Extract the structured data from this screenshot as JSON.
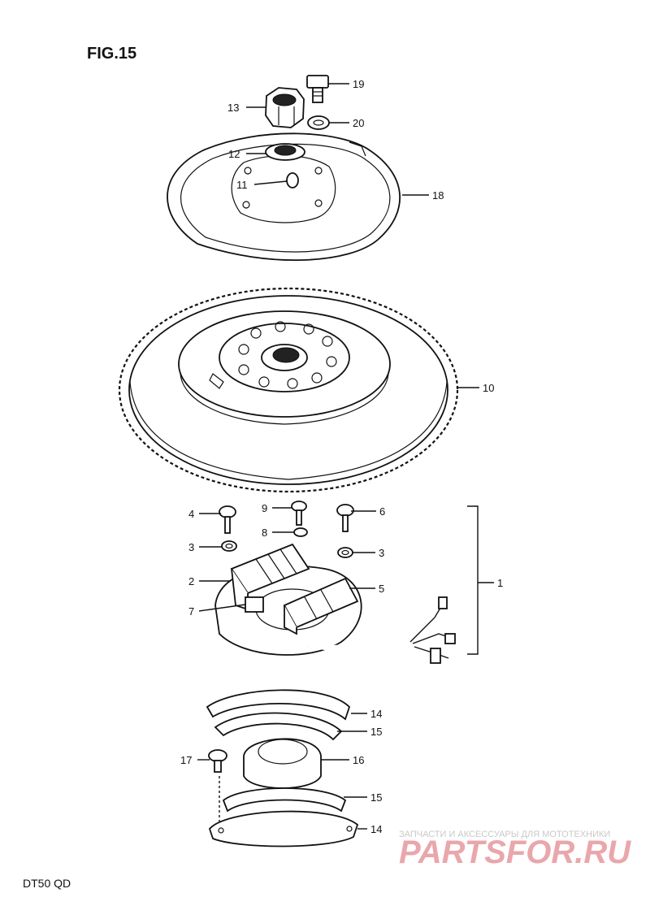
{
  "figure_title": "FIG.15",
  "model_code": "DT50 QD",
  "watermark": {
    "text_small": "ЗАПЧАСТИ И АКСЕССУАРЫ ДЛЯ МОТОТЕХНИКИ",
    "text_big": "PARTSFOR.RU",
    "color": "#e9a7ab"
  },
  "callouts": [
    {
      "id": "c19",
      "text": "19"
    },
    {
      "id": "c13",
      "text": "13"
    },
    {
      "id": "c20",
      "text": "20"
    },
    {
      "id": "c12",
      "text": "12"
    },
    {
      "id": "c11",
      "text": "11"
    },
    {
      "id": "c18",
      "text": "18"
    },
    {
      "id": "c10",
      "text": "10"
    },
    {
      "id": "c4",
      "text": "4"
    },
    {
      "id": "c9",
      "text": "9"
    },
    {
      "id": "c6",
      "text": "6"
    },
    {
      "id": "c8",
      "text": "8"
    },
    {
      "id": "c3a",
      "text": "3"
    },
    {
      "id": "c3b",
      "text": "3"
    },
    {
      "id": "c2",
      "text": "2"
    },
    {
      "id": "c5",
      "text": "5"
    },
    {
      "id": "c1",
      "text": "1"
    },
    {
      "id": "c7",
      "text": "7"
    },
    {
      "id": "c14a",
      "text": "14"
    },
    {
      "id": "c15a",
      "text": "15"
    },
    {
      "id": "c17",
      "text": "17"
    },
    {
      "id": "c16",
      "text": "16"
    },
    {
      "id": "c15b",
      "text": "15"
    },
    {
      "id": "c14b",
      "text": "14"
    }
  ]
}
